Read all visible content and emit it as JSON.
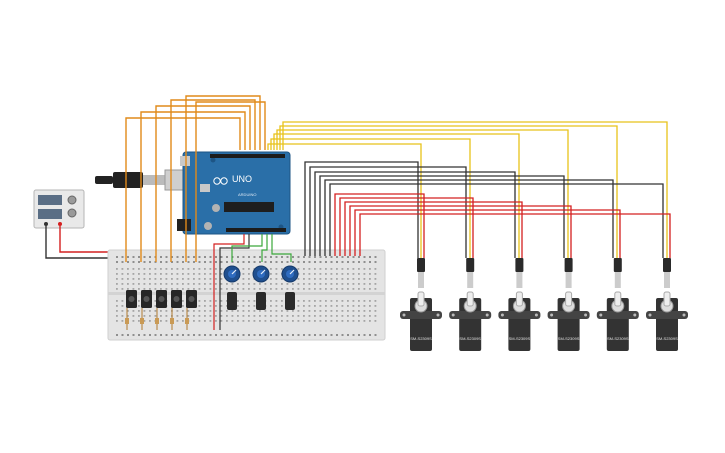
{
  "arduino": {
    "model": "UNO",
    "brand": "ARDUINO",
    "colors": {
      "board": "#2a6fa8",
      "board_dark": "#1d5585"
    }
  },
  "components": {
    "power_supply": {
      "icon": "dc-power-supply"
    },
    "battery_plug": {
      "icon": "dc-barrel-plug"
    },
    "breadboard": {
      "icon": "breadboard"
    },
    "pushbutton_count": 5,
    "potentiometer_count": 3,
    "servo_count": 6
  },
  "servos": [
    {
      "label": "SM-S2309S"
    },
    {
      "label": "SM-S2309S"
    },
    {
      "label": "SM-S2309S"
    },
    {
      "label": "SM-S2309S"
    },
    {
      "label": "SM-S2309S"
    },
    {
      "label": "SM-S2309S"
    }
  ],
  "wire_colors": {
    "signal_yellow": "#e8c21a",
    "signal_orange": "#e08a1a",
    "ground_black": "#333333",
    "power_red": "#d42020",
    "pot_green": "#3aa83a"
  }
}
